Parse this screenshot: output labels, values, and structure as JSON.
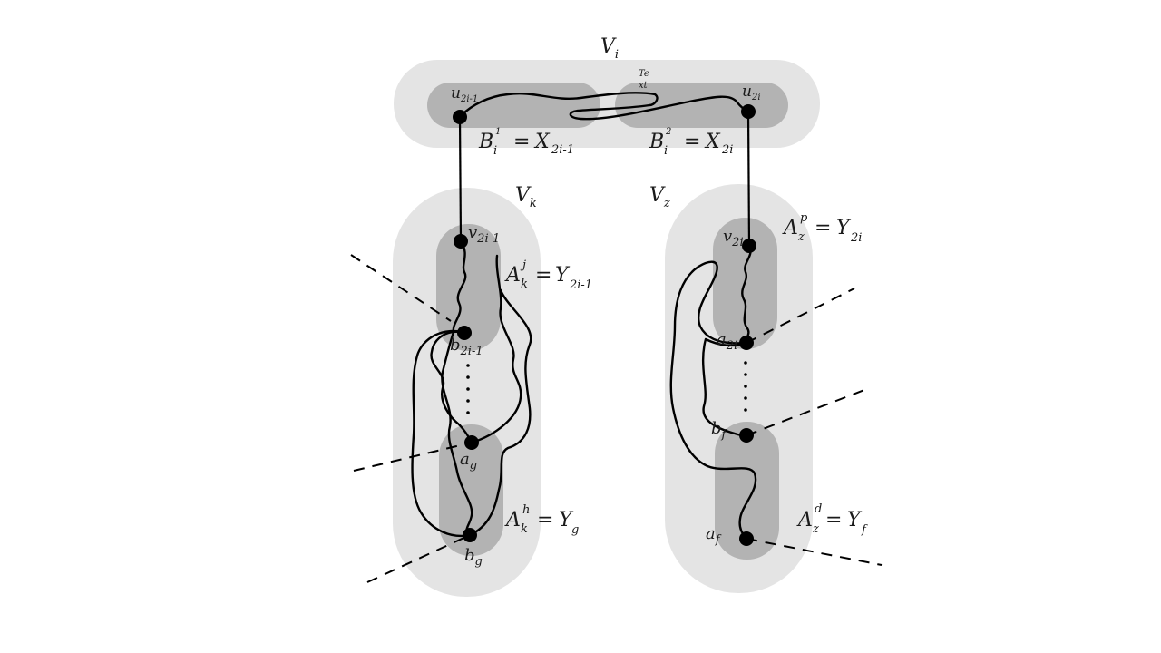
{
  "groups": {
    "vi": {
      "name": "V",
      "sub": "i"
    },
    "vk": {
      "name": "V",
      "sub": "k"
    },
    "vz": {
      "name": "V",
      "sub": "z"
    }
  },
  "vertices": {
    "u1": {
      "name": "u",
      "sub": "2i-1"
    },
    "u2": {
      "name": "u",
      "sub": "2i"
    },
    "v1": {
      "name": "v",
      "sub": "2i-1"
    },
    "v2": {
      "name": "v",
      "sub": "2i"
    },
    "b1": {
      "name": "b",
      "sub": "2i-1"
    },
    "ag": {
      "name": "a",
      "sub": "g"
    },
    "bg": {
      "name": "b",
      "sub": "g"
    },
    "a2i": {
      "name": "a",
      "sub": "2i"
    },
    "bf": {
      "name": "b",
      "sub": "f"
    },
    "af": {
      "name": "a",
      "sub": "f"
    }
  },
  "equations": {
    "b1": {
      "lhs": "B",
      "sub": "i",
      "sup": "1",
      "eq": "=",
      "rhs": "X",
      "rhs_sub": "2i-1"
    },
    "b2": {
      "lhs": "B",
      "sub": "i",
      "sup": "2",
      "eq": "=",
      "rhs": "X",
      "rhs_sub": "2i"
    },
    "akj": {
      "lhs": "A",
      "sub": "k",
      "sup": "j",
      "eq": "=",
      "rhs": "Y",
      "rhs_sub": "2i-1"
    },
    "akh": {
      "lhs": "A",
      "sub": "k",
      "sup": "h",
      "eq": "=",
      "rhs": "Y",
      "rhs_sub": "g"
    },
    "azp": {
      "lhs": "A",
      "sub": "z",
      "sup": "p",
      "eq": "=",
      "rhs": "Y",
      "rhs_sub": "2i"
    },
    "azd": {
      "lhs": "A",
      "sub": "z",
      "sup": "d",
      "eq": "=",
      "rhs": "Y",
      "rhs_sub": "f"
    }
  },
  "stray_text": {
    "line1": "Te",
    "line2": "xt"
  }
}
